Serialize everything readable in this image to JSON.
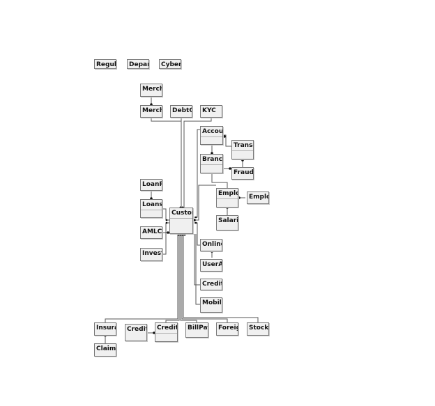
{
  "tables": [
    {
      "id": "regula",
      "label": "Regula"
    },
    {
      "id": "depart",
      "label": "Depart"
    },
    {
      "id": "cybers",
      "label": "CyberS"
    },
    {
      "id": "merch1",
      "label": "Merch"
    },
    {
      "id": "merch2",
      "label": "Merch"
    },
    {
      "id": "debtco",
      "label": "DebtCo"
    },
    {
      "id": "kyc",
      "label": "KYC"
    },
    {
      "id": "accou",
      "label": "Accou"
    },
    {
      "id": "transa",
      "label": "Transa"
    },
    {
      "id": "branch",
      "label": "Branch"
    },
    {
      "id": "fraudd",
      "label": "FraudD"
    },
    {
      "id": "employ1",
      "label": "Emplo"
    },
    {
      "id": "employ2",
      "label": "Emplo"
    },
    {
      "id": "salarie",
      "label": "Salarie"
    },
    {
      "id": "loanp",
      "label": "LoanP"
    },
    {
      "id": "loans",
      "label": "Loans"
    },
    {
      "id": "custom",
      "label": "Custom"
    },
    {
      "id": "amlc",
      "label": "AMLC"
    },
    {
      "id": "invest",
      "label": "Invest"
    },
    {
      "id": "online",
      "label": "Online"
    },
    {
      "id": "userac",
      "label": "UserAc"
    },
    {
      "id": "credit1",
      "label": "Credit"
    },
    {
      "id": "mobile",
      "label": "Mobile"
    },
    {
      "id": "insura",
      "label": "Insura"
    },
    {
      "id": "claims",
      "label": "Claims"
    },
    {
      "id": "credit2",
      "label": "Credit"
    },
    {
      "id": "credit3",
      "label": "Credit"
    },
    {
      "id": "billpay",
      "label": "BillPay"
    },
    {
      "id": "foreig",
      "label": "Foreig"
    },
    {
      "id": "stockt",
      "label": "StockT"
    }
  ]
}
